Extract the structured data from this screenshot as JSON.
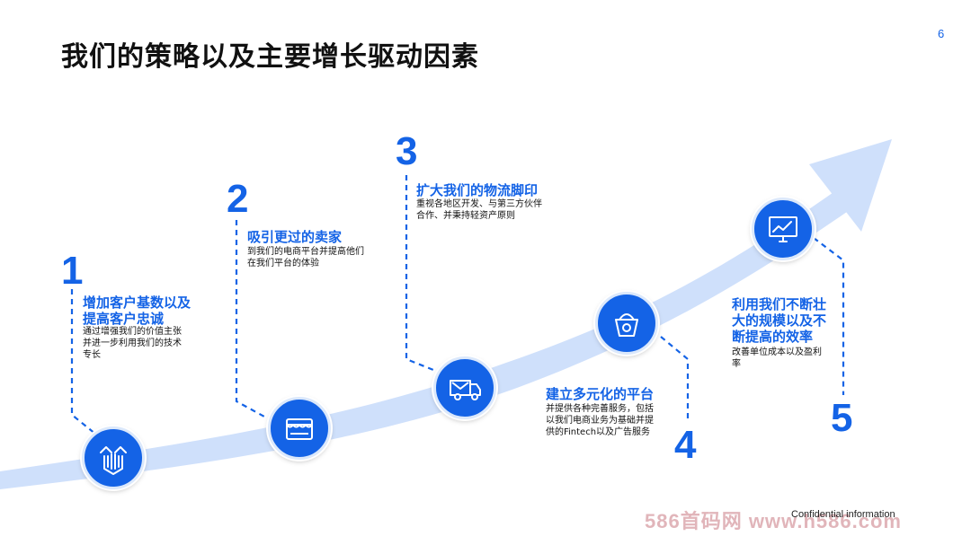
{
  "slide": {
    "title": "我们的策略以及主要增长驱动因素",
    "page_number": "6",
    "footer": "Confidential information",
    "watermark": "586首码网  www.h586.com"
  },
  "steps": [
    {
      "number": "1",
      "heading_line1": "增加客户基数以及",
      "heading_line2": "提高客户忠诚",
      "desc_line1": "通过增强我们的价值主张",
      "desc_line2": "并进一步利用我们的技术",
      "desc_line3": "专长",
      "icon": "handshake-icon"
    },
    {
      "number": "2",
      "heading_line1": "吸引更过的卖家",
      "desc_line1": "到我们的电商平台并提高他们",
      "desc_line2": "在我们平台的体验",
      "icon": "storefront-icon"
    },
    {
      "number": "3",
      "heading_line1": "扩大我们的物流脚印",
      "desc_line1": "重视各地区开发、与第三方伙伴",
      "desc_line2": "合作、并秉持轻资产原则",
      "icon": "delivery-truck-icon"
    },
    {
      "number": "4",
      "heading_line1": "建立多元化的平台",
      "desc_line1": "并提供各种完善服务，包括",
      "desc_line2": "以我们电商业务为基础并提",
      "desc_line3": "供的Fintech以及广告服务",
      "icon": "basket-icon"
    },
    {
      "number": "5",
      "heading_line1": "利用我们不断壮",
      "heading_line2": "大的规模以及不",
      "heading_line3": "断提高的效率",
      "desc_line1": "改善单位成本以及盈利",
      "desc_line2": "率",
      "icon": "monitor-chart-icon"
    }
  ],
  "colors": {
    "accent": "#1463e6",
    "arrow": "#c9dcfa",
    "text": "#111111"
  }
}
